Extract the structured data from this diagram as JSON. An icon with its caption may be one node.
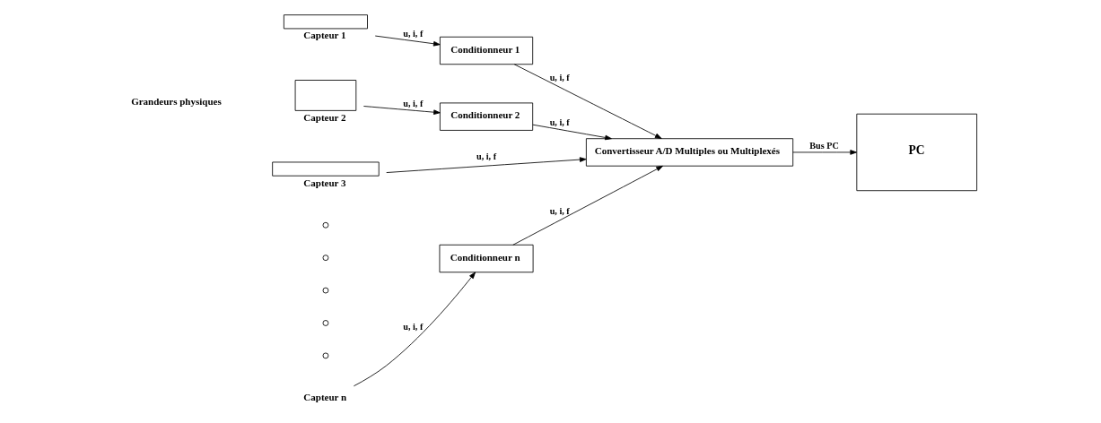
{
  "diagram": {
    "nodes": [
      {
        "text": [
          "Capteur 1"
        ]
      },
      {
        "text": [
          "Conditionneur 1"
        ]
      },
      {
        "text": [
          "Capteur 2"
        ]
      },
      {
        "text": [
          "Conditionneur 2"
        ]
      },
      {
        "text": [
          "Capteur 3"
        ]
      },
      {
        "text": [],
        "shape": "circle"
      },
      {
        "text": [],
        "shape": "circle"
      },
      {
        "text": [],
        "shape": "circle"
      },
      {
        "text": [],
        "shape": "circle"
      },
      {
        "text": [],
        "shape": "circle"
      },
      {
        "text": [
          "Capteur n"
        ]
      },
      {
        "text": [
          "Conditionneur n"
        ]
      },
      {
        "text": [
          "Convertisseur A/D Multiples ou Multiplexés"
        ]
      },
      {
        "text": [
          "PC"
        ]
      }
    ],
    "edges": [
      {
        "from": 0,
        "to": 1,
        "arrow": "to",
        "label": "u, i, f"
      },
      {
        "from": 2,
        "to": 3,
        "arrow": "to",
        "label": "u, i, f"
      },
      {
        "from": 4,
        "to": 12,
        "arrow": "to",
        "label": "u, i, f"
      },
      {
        "from": 10,
        "to": 11,
        "arrow": "to",
        "label": "u, i, f"
      },
      {
        "from": 1,
        "to": 12,
        "arrow": "to",
        "label": "u, i, f"
      },
      {
        "from": 3,
        "to": 12,
        "arrow": "to",
        "label": "u, i, f"
      },
      {
        "from": 11,
        "to": 12,
        "arrow": "to",
        "label": "u, i, f"
      },
      {
        "from": 12,
        "to": 13,
        "arrow": "to",
        "label": "Bus PC"
      }
    ],
    "labels": [
      "Grandeurs physiques"
    ]
  }
}
